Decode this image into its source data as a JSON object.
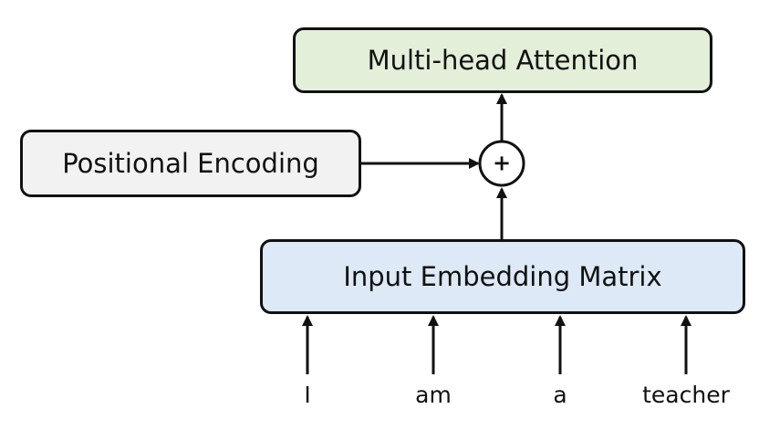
{
  "diagram": {
    "multihead_attention": {
      "label": "Multi-head Attention",
      "color": "#e3efd9"
    },
    "positional_encoding": {
      "label": "Positional Encoding",
      "color": "#f2f2f2"
    },
    "input_embedding": {
      "label": "Input Embedding Matrix",
      "color": "#dde9f6"
    },
    "adder": {
      "symbol": "+"
    },
    "tokens": [
      "I",
      "am",
      "a",
      "teacher"
    ]
  }
}
